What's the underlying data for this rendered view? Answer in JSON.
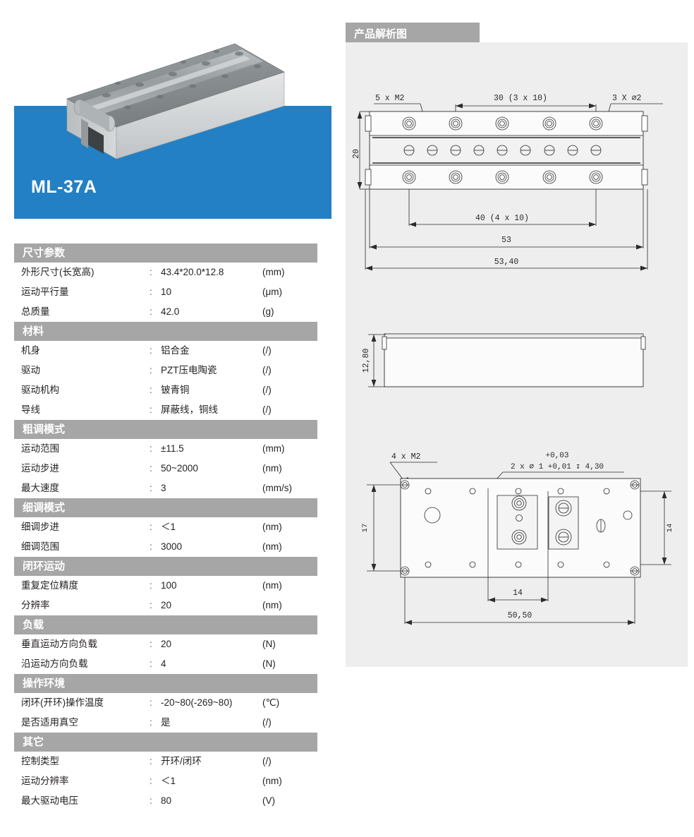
{
  "product": {
    "model": "ML-37A",
    "banner_color": "#2380c4",
    "photo_alt": "piezo linear stage isometric view"
  },
  "spec_table": {
    "columns": [
      "parameter",
      "separator",
      "value",
      "unit"
    ],
    "separator": ":",
    "sections": [
      {
        "title": "尺寸参数",
        "rows": [
          {
            "label": "外形尺寸(长宽高)",
            "value": "43.4*20.0*12.8",
            "unit": "(mm)"
          },
          {
            "label": "运动平行量",
            "value": "10",
            "unit": "(μm)"
          },
          {
            "label": "总质量",
            "value": "42.0",
            "unit": "(g)"
          }
        ]
      },
      {
        "title": "材料",
        "rows": [
          {
            "label": "机身",
            "value": "铝合金",
            "unit": "(/)"
          },
          {
            "label": "驱动",
            "value": "PZT压电陶瓷",
            "unit": "(/)"
          },
          {
            "label": "驱动机构",
            "value": "铍青铜",
            "unit": "(/)"
          },
          {
            "label": "导线",
            "value": "屏蔽线，铜线",
            "unit": "(/)"
          }
        ]
      },
      {
        "title": "粗调模式",
        "rows": [
          {
            "label": "运动范围",
            "value": "±11.5",
            "unit": "(mm)"
          },
          {
            "label": "运动步进",
            "value": "50~2000",
            "unit": "(nm)"
          },
          {
            "label": "最大速度",
            "value": "3",
            "unit": "(mm/s)"
          }
        ]
      },
      {
        "title": "细调模式",
        "rows": [
          {
            "label": "细调步进",
            "value": "＜1",
            "unit": "(nm)"
          },
          {
            "label": "细调范围",
            "value": "3000",
            "unit": "(nm)"
          }
        ]
      },
      {
        "title": "闭环运动",
        "rows": [
          {
            "label": "重复定位精度",
            "value": "100",
            "unit": "(nm)"
          },
          {
            "label": "分辨率",
            "value": "20",
            "unit": "(nm)"
          }
        ]
      },
      {
        "title": "负载",
        "rows": [
          {
            "label": "垂直运动方向负载",
            "value": "20",
            "unit": "(N)"
          },
          {
            "label": "沿运动方向负载",
            "value": "4",
            "unit": "(N)"
          }
        ]
      },
      {
        "title": "操作环境",
        "rows": [
          {
            "label": "闭环(开环)操作温度",
            "value": "-20~80(-269~80)",
            "unit": "(℃)"
          },
          {
            "label": "是否适用真空",
            "value": "是",
            "unit": "(/)"
          }
        ]
      },
      {
        "title": "其它",
        "rows": [
          {
            "label": "控制类型",
            "value": "开环/闭环",
            "unit": "(/)"
          },
          {
            "label": "运动分辨率",
            "value": "＜1",
            "unit": "(nm)"
          },
          {
            "label": "最大驱动电压",
            "value": "80",
            "unit": "(V)"
          }
        ]
      }
    ]
  },
  "drawing_panel": {
    "title": "产品解析图",
    "background_color": "#eeeeee",
    "header_color": "#a6a6a6",
    "views": [
      {
        "name": "top-view",
        "annotations": {
          "thread_callout": "5 x M2",
          "hole_callout": "3 X ⌀2",
          "hole_spacing_upper": "30 (3 x 10)",
          "hole_spacing_lower": "40 (4 x 10)",
          "width": "20",
          "length_inner": "53",
          "length_outer": "53.40"
        }
      },
      {
        "name": "side-view",
        "annotations": {
          "height": "12.80"
        }
      },
      {
        "name": "bottom-view",
        "annotations": {
          "thread_callout": "4 x M2",
          "pin_callout_top": "+0.03",
          "pin_callout_main": "2 x ⌀ 1 +0.01 ↧ 4.30",
          "height_left": "17",
          "height_right": "14",
          "pin_spacing": "14",
          "length": "50.50"
        }
      }
    ]
  }
}
